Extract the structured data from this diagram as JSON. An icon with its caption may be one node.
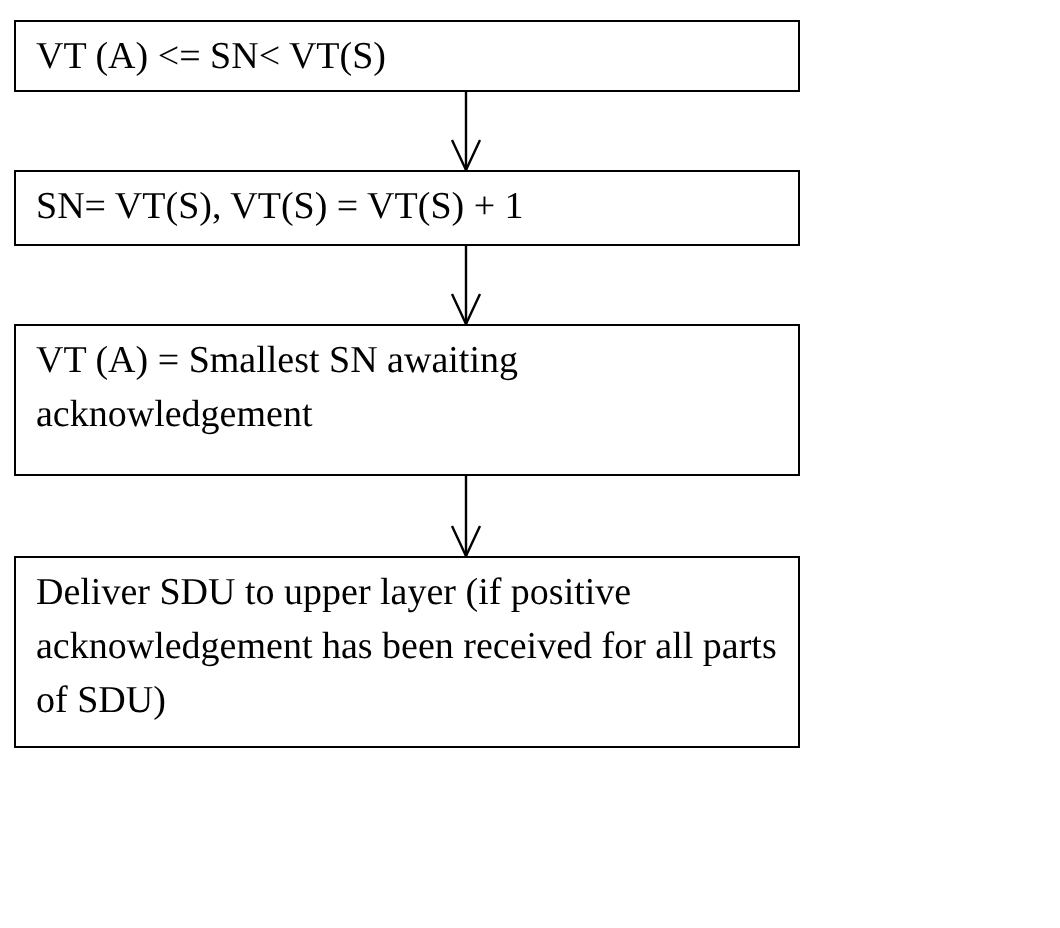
{
  "diagram": {
    "nodes": [
      {
        "text": [
          "VT (A) <= SN< VT(S)"
        ]
      },
      {
        "text": [
          "SN= VT(S), VT(S) = VT(S) + 1"
        ]
      },
      {
        "text": [
          "VT (A) = Smallest SN awaiting acknowledgement"
        ]
      },
      {
        "text": [
          "Deliver SDU to upper layer (if positive acknowledgement has been received for all parts of SDU)"
        ]
      }
    ],
    "edges": [
      {
        "from": 0,
        "to": 1,
        "arrow": "to"
      },
      {
        "from": 1,
        "to": 2,
        "arrow": "to"
      },
      {
        "from": 2,
        "to": 3,
        "arrow": "to"
      }
    ]
  }
}
